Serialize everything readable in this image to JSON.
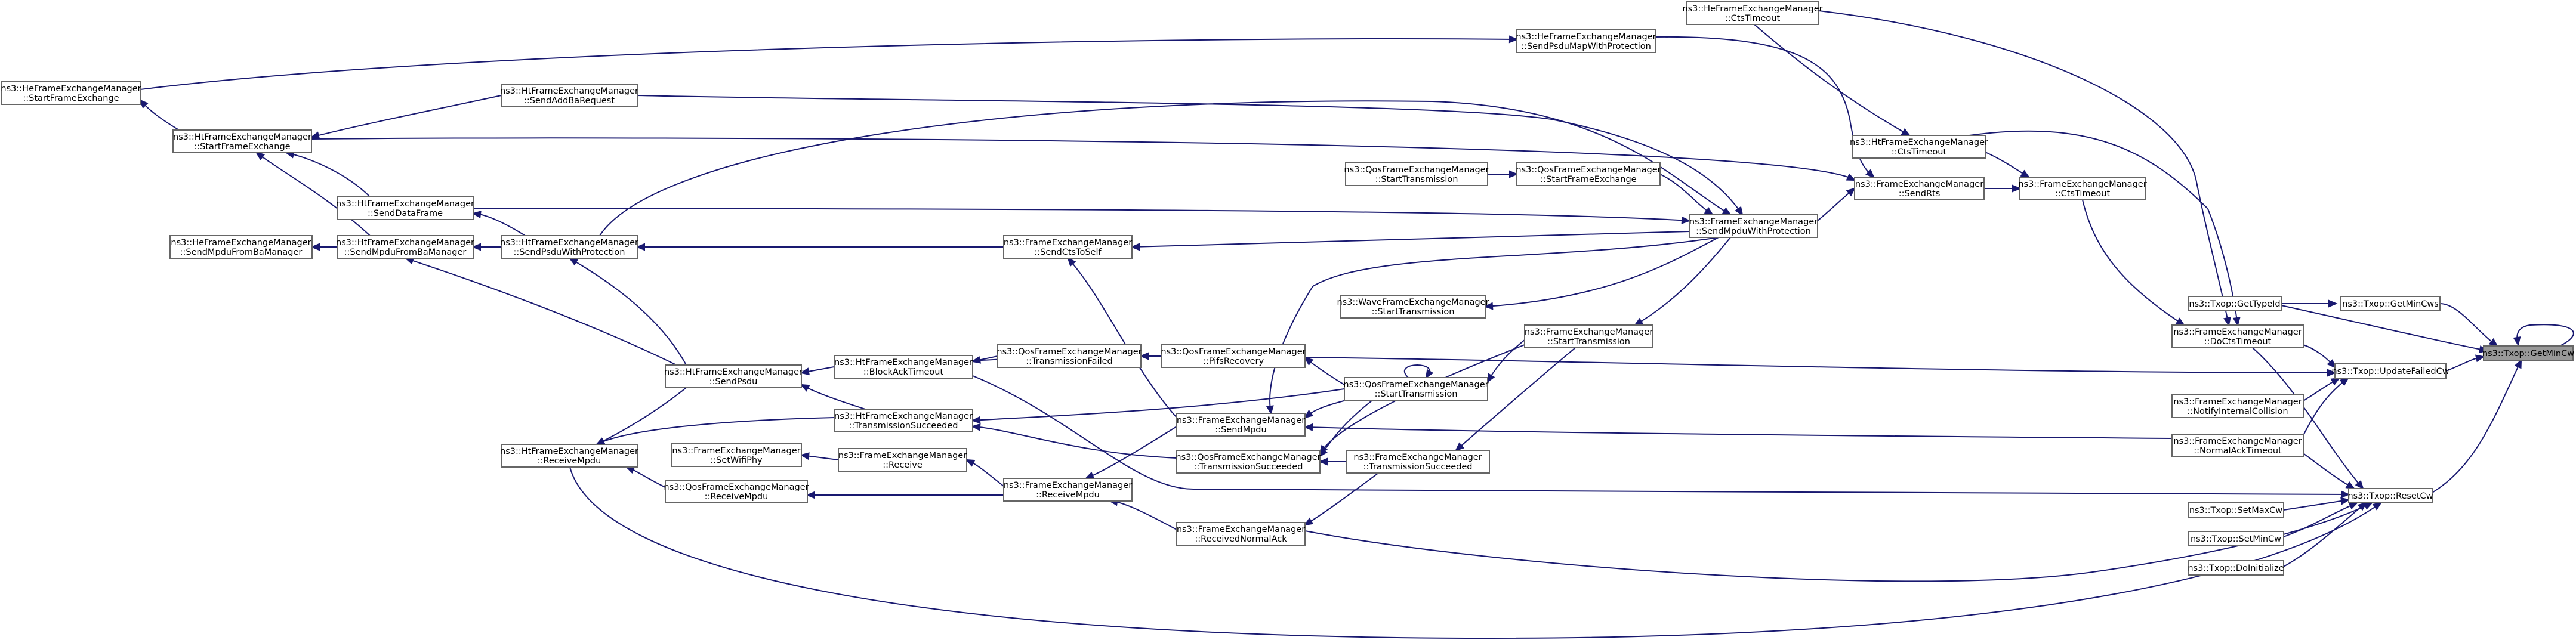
{
  "graph": {
    "nodes": [
      {
        "id": "getmincw",
        "lines": [
          "ns3::Txop::GetMinCw"
        ],
        "root": true
      },
      {
        "id": "getmincws",
        "lines": [
          "ns3::Txop::GetMinCws"
        ]
      },
      {
        "id": "gettypeid",
        "lines": [
          "ns3::Txop::GetTypeId"
        ]
      },
      {
        "id": "updatefailedcw",
        "lines": [
          "ns3::Txop::UpdateFailedCw"
        ]
      },
      {
        "id": "resetcw",
        "lines": [
          "ns3::Txop::ResetCw"
        ]
      },
      {
        "id": "docts",
        "lines": [
          "ns3::FrameExchangeManager",
          "::DoCtsTimeout"
        ]
      },
      {
        "id": "normalack",
        "lines": [
          "ns3::FrameExchangeManager",
          "::NormalAckTimeout"
        ]
      },
      {
        "id": "notifyinternal",
        "lines": [
          "ns3::FrameExchangeManager",
          "::NotifyInternalCollision"
        ]
      },
      {
        "id": "setmaxcw",
        "lines": [
          "ns3::Txop::SetMaxCw"
        ]
      },
      {
        "id": "setmincw",
        "lines": [
          "ns3::Txop::SetMinCw"
        ]
      },
      {
        "id": "doinit",
        "lines": [
          "ns3::Txop::DoInitialize"
        ]
      },
      {
        "id": "fem_ctstimeout",
        "lines": [
          "ns3::FrameExchangeManager",
          "::CtsTimeout"
        ]
      },
      {
        "id": "ht_ctstimeout",
        "lines": [
          "ns3::HtFrameExchangeManager",
          "::CtsTimeout"
        ]
      },
      {
        "id": "he_ctstimeout",
        "lines": [
          "ns3::HeFrameExchangeManager",
          "::CtsTimeout"
        ]
      },
      {
        "id": "sendrts",
        "lines": [
          "ns3::FrameExchangeManager",
          "::SendRts"
        ]
      },
      {
        "id": "he_sendpsdumap",
        "lines": [
          "ns3::HeFrameExchangeManager",
          "::SendPsduMapWithProtection"
        ]
      },
      {
        "id": "sendmpduprot",
        "lines": [
          "ns3::FrameExchangeManager",
          "::SendMpduWithProtection"
        ]
      },
      {
        "id": "qos_startfe",
        "lines": [
          "ns3::QosFrameExchangeManager",
          "::StartFrameExchange"
        ]
      },
      {
        "id": "qos_starttx1",
        "lines": [
          "ns3::QosFrameExchangeManager",
          "::StartTransmission"
        ]
      },
      {
        "id": "wave_starttx",
        "lines": [
          "ns3::WaveFrameExchangeManager",
          "::StartTransmission"
        ]
      },
      {
        "id": "fem_starttx",
        "lines": [
          "ns3::FrameExchangeManager",
          "::StartTransmission"
        ]
      },
      {
        "id": "qos_starttx2",
        "lines": [
          "ns3::QosFrameExchangeManager",
          "::StartTransmission"
        ]
      },
      {
        "id": "pifs",
        "lines": [
          "ns3::QosFrameExchangeManager",
          "::PifsRecovery"
        ]
      },
      {
        "id": "qos_txfailed",
        "lines": [
          "ns3::QosFrameExchangeManager",
          "::TransmissionFailed"
        ]
      },
      {
        "id": "blockack",
        "lines": [
          "ns3::HtFrameExchangeManager",
          "::BlockAckTimeout"
        ]
      },
      {
        "id": "qos_txsucc",
        "lines": [
          "ns3::QosFrameExchangeManager",
          "::TransmissionSucceeded"
        ]
      },
      {
        "id": "fem_txsucc",
        "lines": [
          "ns3::FrameExchangeManager",
          "::TransmissionSucceeded"
        ]
      },
      {
        "id": "ht_txsucc",
        "lines": [
          "ns3::HtFrameExchangeManager",
          "::TransmissionSucceeded"
        ]
      },
      {
        "id": "sendmpdu",
        "lines": [
          "ns3::FrameExchangeManager",
          "::SendMpdu"
        ]
      },
      {
        "id": "recvnormalack",
        "lines": [
          "ns3::FrameExchangeManager",
          "::ReceivedNormalAck"
        ]
      },
      {
        "id": "fem_recvmpdu",
        "lines": [
          "ns3::FrameExchangeManager",
          "::ReceiveMpdu"
        ]
      },
      {
        "id": "fem_receive",
        "lines": [
          "ns3::FrameExchangeManager",
          "::Receive"
        ]
      },
      {
        "id": "setwifiphy",
        "lines": [
          "ns3::FrameExchangeManager",
          "::SetWifiPhy"
        ]
      },
      {
        "id": "qos_recvmpdu",
        "lines": [
          "ns3::QosFrameExchangeManager",
          "::ReceiveMpdu"
        ]
      },
      {
        "id": "ht_recvmpdu",
        "lines": [
          "ns3::HtFrameExchangeManager",
          "::ReceiveMpdu"
        ]
      },
      {
        "id": "sendctstoself",
        "lines": [
          "ns3::FrameExchangeManager",
          "::SendCtsToSelf"
        ]
      },
      {
        "id": "ht_sendpsduprot",
        "lines": [
          "ns3::HtFrameExchangeManager",
          "::SendPsduWithProtection"
        ]
      },
      {
        "id": "ht_sendpsdu",
        "lines": [
          "ns3::HtFrameExchangeManager",
          "::SendPsdu"
        ]
      },
      {
        "id": "ht_sendmpdufromba",
        "lines": [
          "ns3::HtFrameExchangeManager",
          "::SendMpduFromBaManager"
        ]
      },
      {
        "id": "he_sendmpdufromba",
        "lines": [
          "ns3::HeFrameExchangeManager",
          "::SendMpduFromBaManager"
        ]
      },
      {
        "id": "ht_senddataframe",
        "lines": [
          "ns3::HtFrameExchangeManager",
          "::SendDataFrame"
        ]
      },
      {
        "id": "ht_startfe",
        "lines": [
          "ns3::HtFrameExchangeManager",
          "::StartFrameExchange"
        ]
      },
      {
        "id": "he_startfe",
        "lines": [
          "ns3::HeFrameExchangeManager",
          "::StartFrameExchange"
        ]
      },
      {
        "id": "ht_sendaddba",
        "lines": [
          "ns3::HtFrameExchangeManager",
          "::SendAddBaRequest"
        ]
      }
    ]
  }
}
